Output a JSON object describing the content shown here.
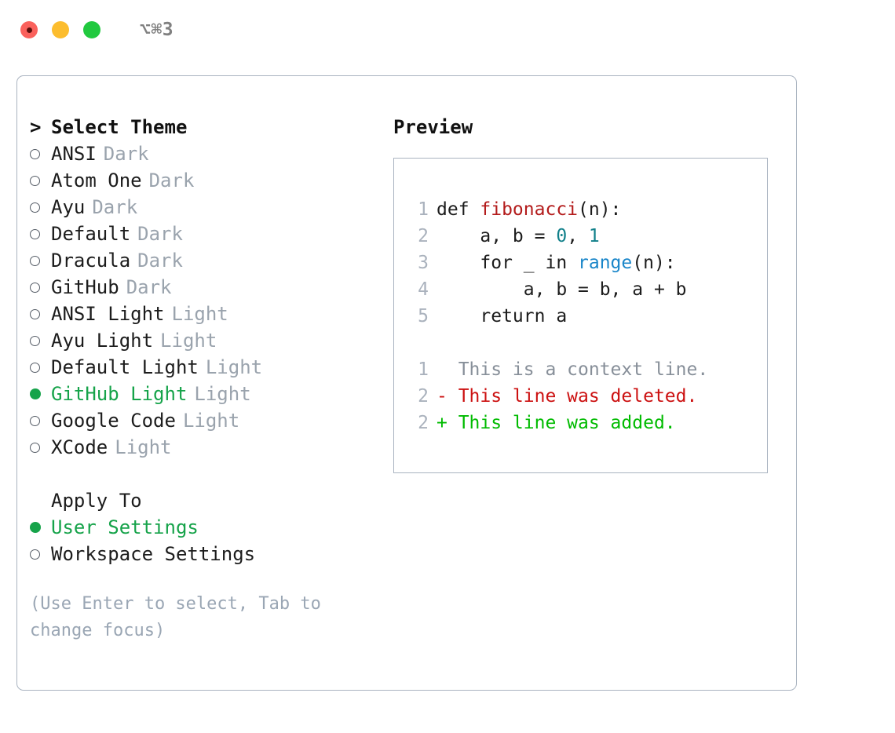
{
  "titlebar": {
    "shortcut": "⌥⌘3",
    "lights": [
      "close-red",
      "minimize-yellow",
      "zoom-green"
    ]
  },
  "colors": {
    "accent_green": "#16a34a",
    "muted": "#9aa3ad",
    "hint": "#9aa6b4",
    "border": "#a9b3c0",
    "function": "#b31b1b",
    "number": "#11808a",
    "builtin": "#1a86c9",
    "diff_deleted": "#cc1111",
    "diff_added": "#00bb00",
    "diff_context": "#878f99"
  },
  "theme_list": {
    "caret": ">",
    "header": "Select Theme",
    "marker_unselected": "○",
    "marker_selected": "●",
    "items": [
      {
        "name": "ANSI",
        "variant": "Dark",
        "selected": false
      },
      {
        "name": "Atom One",
        "variant": "Dark",
        "selected": false
      },
      {
        "name": "Ayu",
        "variant": "Dark",
        "selected": false
      },
      {
        "name": "Default",
        "variant": "Dark",
        "selected": false
      },
      {
        "name": "Dracula",
        "variant": "Dark",
        "selected": false
      },
      {
        "name": "GitHub",
        "variant": "Dark",
        "selected": false
      },
      {
        "name": "ANSI Light",
        "variant": "Light",
        "selected": false
      },
      {
        "name": "Ayu Light",
        "variant": "Light",
        "selected": false
      },
      {
        "name": "Default Light",
        "variant": "Light",
        "selected": false
      },
      {
        "name": "GitHub Light",
        "variant": "Light",
        "selected": true
      },
      {
        "name": "Google Code",
        "variant": "Light",
        "selected": false
      },
      {
        "name": "XCode",
        "variant": "Light",
        "selected": false
      }
    ]
  },
  "apply_to": {
    "header": "Apply To",
    "options": [
      {
        "label": "User Settings",
        "selected": true
      },
      {
        "label": "Workspace Settings",
        "selected": false
      }
    ]
  },
  "hint": "(Use Enter to select, Tab to change focus)",
  "preview": {
    "title": "Preview",
    "code_lines": [
      {
        "no": "1",
        "segments": [
          {
            "t": "def ",
            "c": "code-text"
          },
          {
            "t": "fibonacci",
            "c": "tok-fn"
          },
          {
            "t": "(n):",
            "c": "code-text"
          }
        ]
      },
      {
        "no": "2",
        "segments": [
          {
            "t": "    a, b = ",
            "c": "code-text"
          },
          {
            "t": "0",
            "c": "tok-num"
          },
          {
            "t": ", ",
            "c": "code-text"
          },
          {
            "t": "1",
            "c": "tok-num"
          }
        ]
      },
      {
        "no": "3",
        "segments": [
          {
            "t": "    for _ in ",
            "c": "code-text"
          },
          {
            "t": "range",
            "c": "tok-builtin"
          },
          {
            "t": "(n):",
            "c": "code-text"
          }
        ]
      },
      {
        "no": "4",
        "segments": [
          {
            "t": "        a, b = b, a + b",
            "c": "code-text"
          }
        ]
      },
      {
        "no": "5",
        "segments": [
          {
            "t": "    return a",
            "c": "code-text"
          }
        ]
      }
    ],
    "diff_lines": [
      {
        "no": "1",
        "text": "  This is a context line.",
        "c": "diff-ctx"
      },
      {
        "no": "2",
        "text": "- This line was deleted.",
        "c": "diff-del"
      },
      {
        "no": "2",
        "text": "+ This line was added.",
        "c": "diff-add"
      }
    ]
  }
}
